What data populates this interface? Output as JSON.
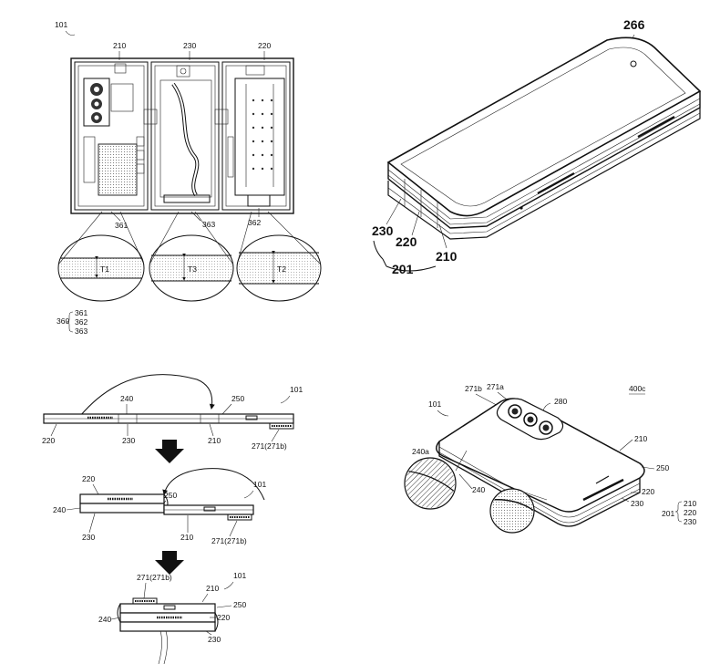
{
  "fig_a": {
    "ref_101": "101",
    "lbl_210": "210",
    "lbl_230": "230",
    "lbl_220": "220",
    "lbl_361": "361",
    "lbl_363": "363",
    "lbl_362": "362",
    "t1": "T1",
    "t3": "T3",
    "t2": "T2",
    "group_main": "360",
    "group_items": [
      "361",
      "362",
      "363"
    ]
  },
  "fig_b": {
    "lbl_266": "266",
    "lbl_230": "230",
    "lbl_220": "220",
    "lbl_210": "210",
    "lbl_201": "201"
  },
  "fig_c": {
    "s1_240": "240",
    "s1_250": "250",
    "s1_101": "101",
    "s1_220": "220",
    "s1_230": "230",
    "s1_210": "210",
    "s1_271": "271(271b)",
    "s2_220": "220",
    "s2_250": "250",
    "s2_101": "101",
    "s2_240": "240",
    "s2_230": "230",
    "s2_210": "210",
    "s2_271": "271(271b)",
    "s3_271": "271(271b)",
    "s3_210": "210",
    "s3_101": "101",
    "s3_250": "250",
    "s3_240": "240",
    "s3_220": "220",
    "s3_230": "230"
  },
  "fig_d": {
    "lbl_271b": "271b",
    "lbl_271a": "271a",
    "lbl_280": "280",
    "lbl_400c": "400c",
    "lbl_101": "101",
    "lbl_210": "210",
    "lbl_240a": "240a",
    "lbl_250": "250",
    "lbl_240": "240",
    "lbl_220": "220",
    "lbl_230": "230",
    "group_main": "201",
    "group_items": [
      "210",
      "220",
      "230"
    ]
  }
}
